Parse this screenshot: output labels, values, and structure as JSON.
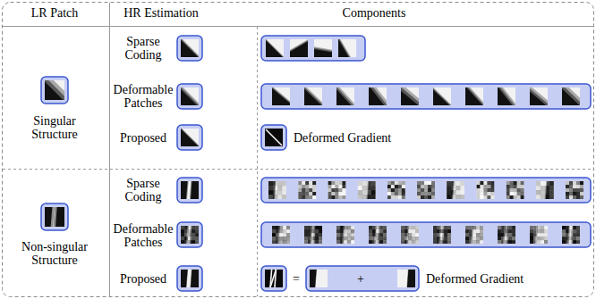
{
  "diagram": {
    "labels": [
      "LR Patch",
      "HR Estimation",
      "Components",
      "Singular Structure",
      "Sparse Coding",
      "Deformable Patches",
      "Proposed",
      "Deformed Gradient",
      "Non-singular Structure",
      "Sparse Coding",
      "Deformable Patches",
      "Proposed",
      "=",
      "+",
      "Deformed Gradient"
    ]
  }
}
